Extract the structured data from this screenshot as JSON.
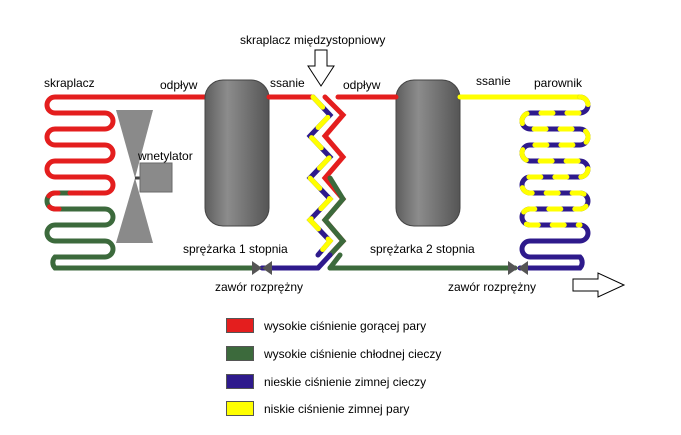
{
  "labels": {
    "intercooler": "skraplacz międzystopniowy",
    "condenser": "skraplacz",
    "outflow_1": "odpływ",
    "suction_1": "ssanie",
    "outflow_2": "odpływ",
    "suction_2": "ssanie",
    "evaporator": "parownik",
    "fan": "wnetylator",
    "compressor_1": "sprężarka 1 stopnia",
    "compressor_2": "sprężarka 2 stopnia",
    "valve_1": "zawór rozprężny",
    "valve_2": "zawór rozprężny"
  },
  "legend": [
    {
      "label": "wysokie ciśnienie gorącej pary",
      "color": "#e41e1e"
    },
    {
      "label": "wysokie ciśnienie chłodnej cieczy",
      "color": "#3c6a3c"
    },
    {
      "label": "nieskie ciśnienie zimnej cieczy",
      "color": "#2e1a8c"
    },
    {
      "label": "niskie ciśnienie zimnej pary",
      "color": "#ffff00"
    }
  ],
  "colors": {
    "hot_vapor": "#e41e1e",
    "cool_liquid": "#3c6a3c",
    "cold_liquid": "#2e1a8c",
    "cold_vapor": "#ffff00",
    "tank": "#7a7a7a",
    "fan": "#8a8a8a"
  }
}
